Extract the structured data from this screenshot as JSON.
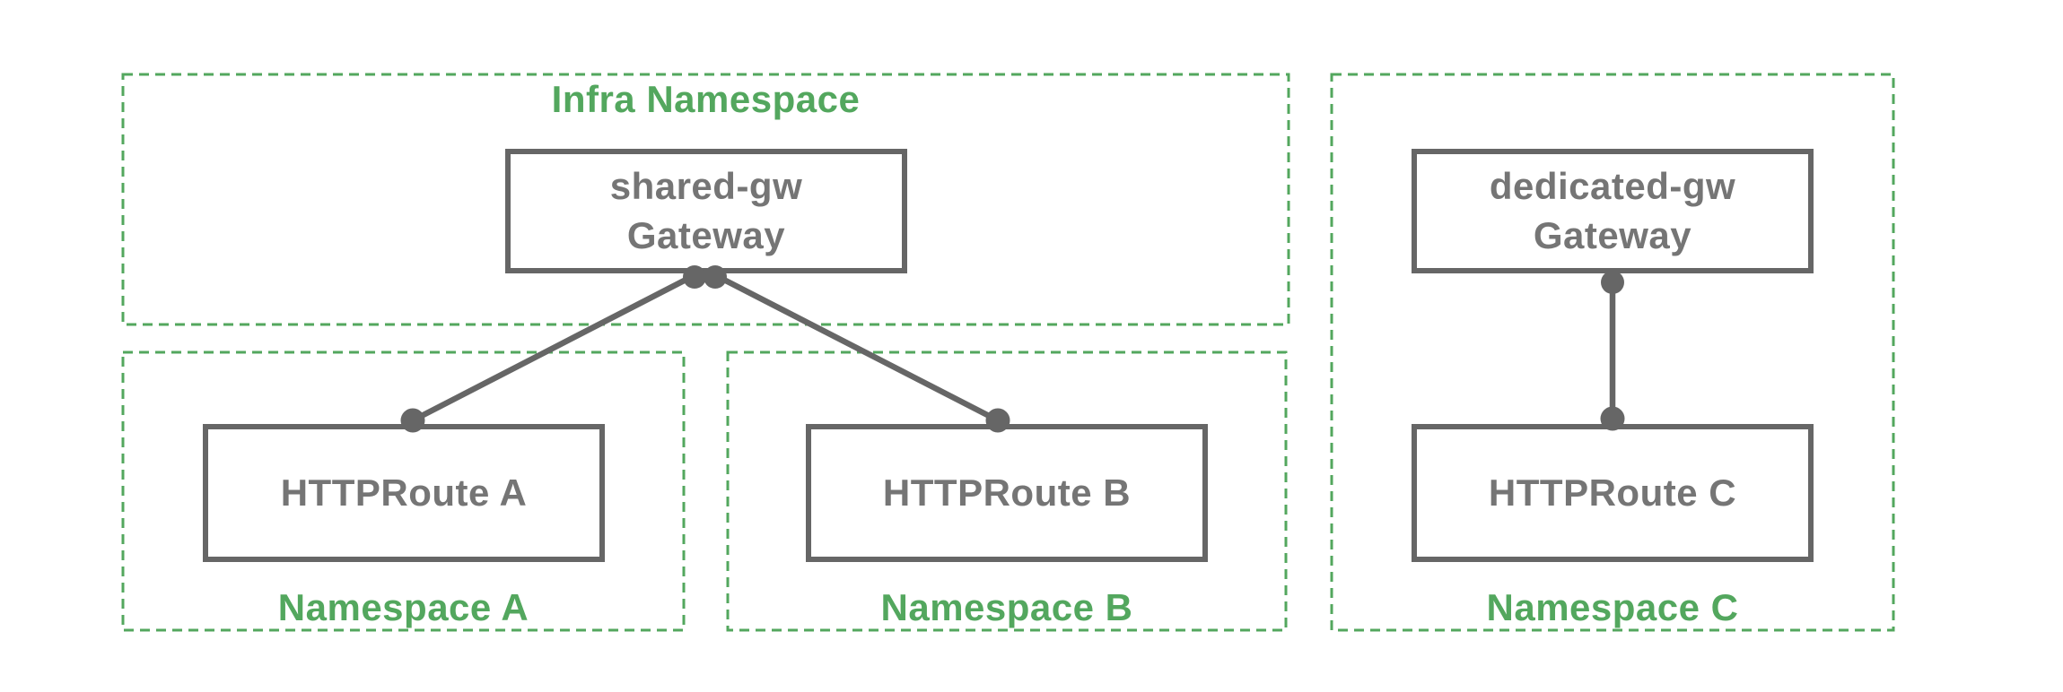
{
  "diagram": {
    "title": "Gateway / HTTPRoute namespace attachment diagram",
    "colors": {
      "background": "#ffffff",
      "namespace_border": "#53a75e",
      "namespace_label": "#53a75e",
      "node_border": "#666666",
      "node_text": "#757575",
      "connector": "#666666"
    },
    "namespaces": {
      "infra": {
        "label": "Infra Namespace"
      },
      "a": {
        "label": "Namespace A"
      },
      "b": {
        "label": "Namespace B"
      },
      "c": {
        "label": "Namespace C"
      }
    },
    "nodes": {
      "shared_gw": {
        "line1": "shared-gw",
        "line2": "Gateway"
      },
      "dedicated_gw": {
        "line1": "dedicated-gw",
        "line2": "Gateway"
      },
      "route_a": {
        "label": "HTTPRoute A"
      },
      "route_b": {
        "label": "HTTPRoute B"
      },
      "route_c": {
        "label": "HTTPRoute C"
      }
    },
    "edges": [
      {
        "from": "shared-gw Gateway",
        "to": "HTTPRoute A"
      },
      {
        "from": "shared-gw Gateway",
        "to": "HTTPRoute B"
      },
      {
        "from": "dedicated-gw Gateway",
        "to": "HTTPRoute C"
      }
    ]
  }
}
